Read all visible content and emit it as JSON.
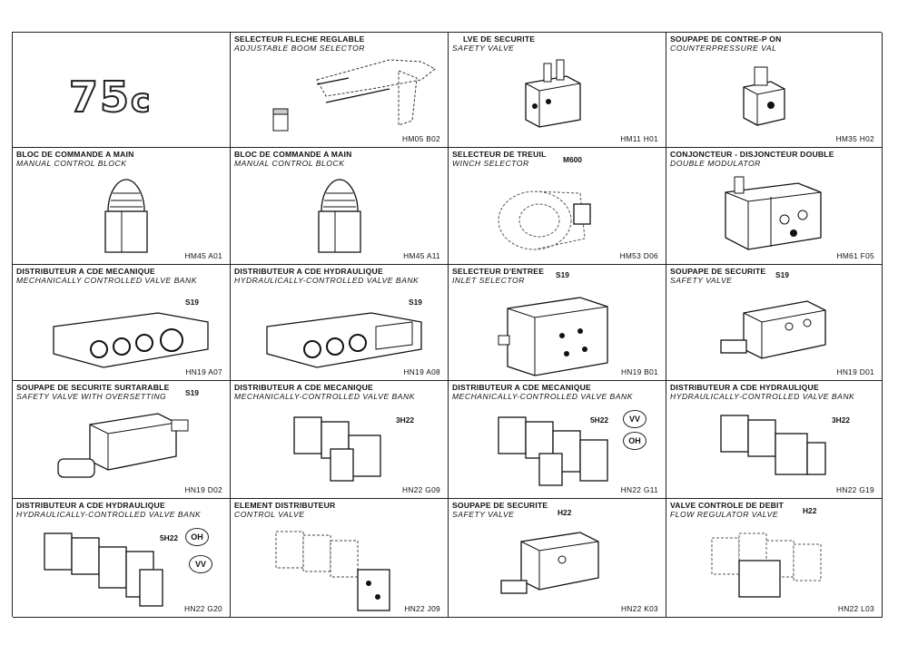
{
  "model_badge": {
    "number": "75",
    "suffix": "c"
  },
  "cells": [
    {
      "fr": "",
      "en": "",
      "code": ""
    },
    {
      "fr": "SELECTEUR FLECHE REGLABLE",
      "en": "ADJUSTABLE BOOM SELECTOR",
      "code": "HM05 B02"
    },
    {
      "fr": "LVE DE SECURITE",
      "en": "SAFETY VALVE",
      "code": "HM11 H01"
    },
    {
      "fr": "SOUPAPE DE CONTRE-P      ON",
      "en": "COUNTERPRESSURE VAL",
      "code": "HM35 H02"
    },
    {
      "fr": "BLOC DE COMMANDE A MAIN",
      "en": "MANUAL CONTROL BLOCK",
      "code": "HM45 A01"
    },
    {
      "fr": "BLOC DE COMMANDE A MAIN",
      "en": "MANUAL CONTROL BLOCK",
      "code": "HM45 A11"
    },
    {
      "fr": "SELECTEUR DE TREUIL",
      "en": "WINCH SELECTOR",
      "code": "HM53 D06",
      "tag": "M600"
    },
    {
      "fr": "CONJONCTEUR - DISJONCTEUR DOUBLE",
      "en": "DOUBLE MODULATOR",
      "code": "HM61 F05"
    },
    {
      "fr": "DISTRIBUTEUR A CDE MECANIQUE",
      "en": "MECHANICALLY CONTROLLED VALVE BANK",
      "code": "HN19 A07",
      "tag": "S19"
    },
    {
      "fr": "DISTRIBUTEUR A CDE HYDRAULIQUE",
      "en": "HYDRAULICALLY-CONTROLLED VALVE BANK",
      "code": "HN19 A08",
      "tag": "S19"
    },
    {
      "fr": "SELECTEUR D'ENTREE",
      "en": "INLET SELECTOR",
      "code": "HN19 B01",
      "tag": "S19"
    },
    {
      "fr": "SOUPAPE DE SECURITE",
      "en": "SAFETY VALVE",
      "code": "HN19 D01",
      "tag": "S19"
    },
    {
      "fr": "SOUPAPE DE SECURITE SURTARABLE",
      "en": "SAFETY VALVE WITH OVERSETTING",
      "code": "HN19 D02",
      "tag": "S19"
    },
    {
      "fr": "DISTRIBUTEUR A CDE MECANIQUE",
      "en": "MECHANICALLY-CONTROLLED VALVE BANK",
      "code": "HN22 G09",
      "tag": "3H22"
    },
    {
      "fr": "DISTRIBUTEUR A CDE MECANIQUE",
      "en": "MECHANICALLY-CONTROLLED VALVE BANK",
      "code": "HN22 G11",
      "tag": "5H22",
      "circles": [
        "VV",
        "OH"
      ]
    },
    {
      "fr": "DISTRIBUTEUR A CDE HYDRAULIQUE",
      "en": "HYDRAULICALLY-CONTROLLED VALVE BANK",
      "code": "HN22 G19",
      "tag": "3H22"
    },
    {
      "fr": "DISTRIBUTEUR A CDE HYDRAULIQUE",
      "en": "HYDRAULICALLY-CONTROLLED VALVE BANK",
      "code": "HN22 G20",
      "tag": "5H22",
      "circles": [
        "OH",
        "VV"
      ]
    },
    {
      "fr": "ELEMENT DISTRIBUTEUR",
      "en": "CONTROL VALVE",
      "code": "HN22 J09"
    },
    {
      "fr": "SOUPAPE DE SECURITE",
      "en": "SAFETY VALVE",
      "code": "HN22 K03",
      "tag": "H22"
    },
    {
      "fr": "VALVE CONTROLE DE DEBIT",
      "en": "FLOW REGULATOR VALVE",
      "code": "HN22 L03",
      "tag": "H22"
    }
  ]
}
